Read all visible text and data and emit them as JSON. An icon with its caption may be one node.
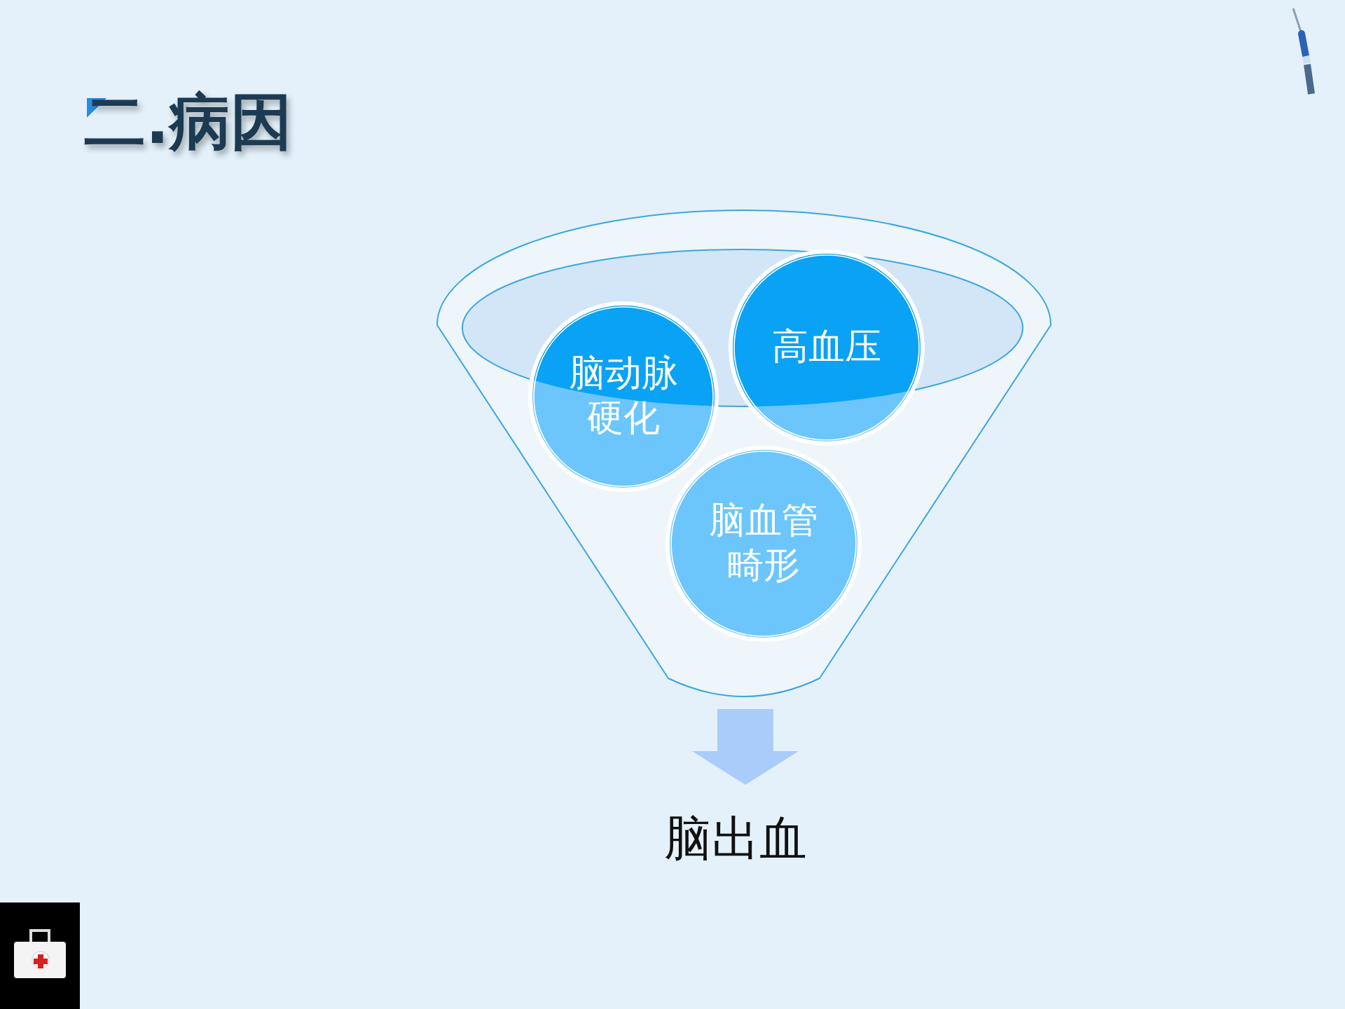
{
  "diagram": {
    "title": "二.病因",
    "nodes": [
      {
        "text": [],
        "shape": "funnel"
      },
      {
        "text": [
          "脑动脉硬化"
        ],
        "in": 0
      },
      {
        "text": [
          "高血压"
        ],
        "in": 0
      },
      {
        "text": [
          "脑血管畸形"
        ],
        "in": 0
      },
      {
        "text": [
          "脑出血"
        ]
      }
    ],
    "edges": [
      {
        "from": 0,
        "to": 4,
        "arrow": "to"
      }
    ]
  }
}
